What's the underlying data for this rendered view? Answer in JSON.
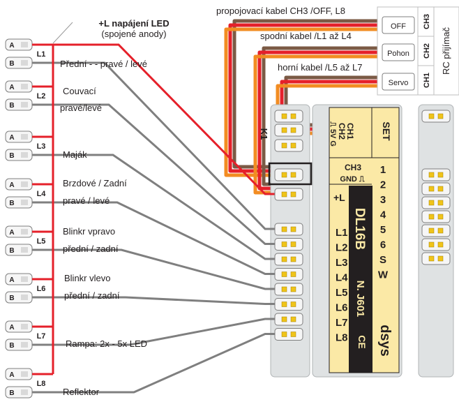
{
  "header": {
    "led_power_title": "+L napájení LED",
    "led_power_sub": "(spojené anody)"
  },
  "cables": {
    "ch3_label": "propojovací kabel CH3 /OFF, L8",
    "lower_label": "spodní kabel /L1 až L4",
    "upper_label": "horní kabel /L5 až L7"
  },
  "receiver": {
    "title": "RC přijímač",
    "channels": [
      {
        "ch": "CH3",
        "device": "OFF"
      },
      {
        "ch": "CH2",
        "device": "Pohon"
      },
      {
        "ch": "CH1",
        "device": "Servo"
      }
    ]
  },
  "module": {
    "name": "DL16B",
    "serial": "N. J601",
    "brand": "dsys",
    "ce": "CE",
    "connector": "K1",
    "pins_top": [
      "CH1",
      "CH2",
      "⎍ 5V G"
    ],
    "set_label": "SET",
    "ch3_header": "CH3",
    "ch3_pins": "GND ⎍",
    "plus_l": "+L",
    "outputs": [
      "L1",
      "L2",
      "L3",
      "L4",
      "L5",
      "L6",
      "L7",
      "L8"
    ],
    "modes": [
      "1",
      "2",
      "3",
      "4",
      "5",
      "6",
      "S",
      "W"
    ]
  },
  "leds": {
    "anode": "A",
    "cathode": "B",
    "labels": [
      "L1",
      "L2",
      "L3",
      "L4",
      "L5",
      "L6",
      "L7",
      "L8"
    ]
  },
  "functions": {
    "l1": "Přední -   - pravé / levé",
    "l2a": "Couvací",
    "l2b": "pravé/levé",
    "l3": "Maják",
    "l4a": "Brzdové / Zadní",
    "l4b": "pravé / levé",
    "l5a": "Blinkr vpravo",
    "l5b": "přední / zadní",
    "l6a": "Blinkr vlevo",
    "l6b": "přední / zadní",
    "l7": "Rampa:  2x - 5x LED",
    "l8": "Reflektor"
  },
  "colors": {
    "red": "#e5202a",
    "gray": "#7f7f7f",
    "orange": "#f28c22",
    "brown": "#7b5a45",
    "cream": "#fbe9a6",
    "board": "#dfe2e3",
    "black": "#231f20"
  }
}
